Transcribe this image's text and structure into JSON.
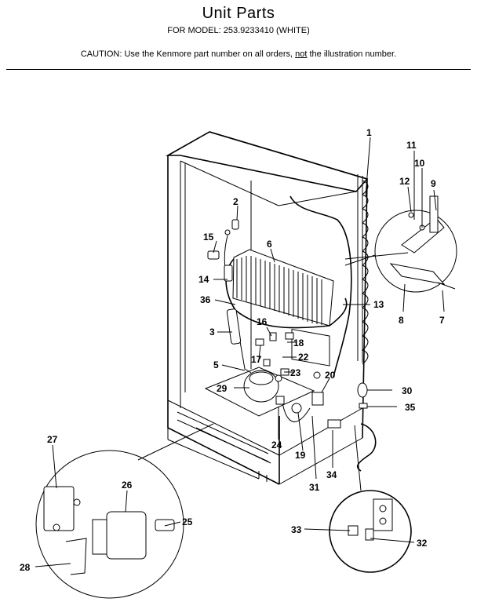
{
  "header": {
    "title": "Unit  Parts",
    "model_line": "FOR MODEL: 253.9233410  (WHITE)",
    "caution_pre": "CAUTION:  Use the Kenmore part number on all orders, ",
    "caution_not": "not",
    "caution_post": " the illustration number."
  },
  "callouts": [
    "1",
    "2",
    "3",
    "5",
    "6",
    "7",
    "8",
    "9",
    "10",
    "11",
    "12",
    "13",
    "14",
    "15",
    "16",
    "17",
    "18",
    "19",
    "20",
    "22",
    "23",
    "24",
    "25",
    "26",
    "27",
    "28",
    "29",
    "30",
    "31",
    "32",
    "33",
    "34",
    "35",
    "36"
  ]
}
